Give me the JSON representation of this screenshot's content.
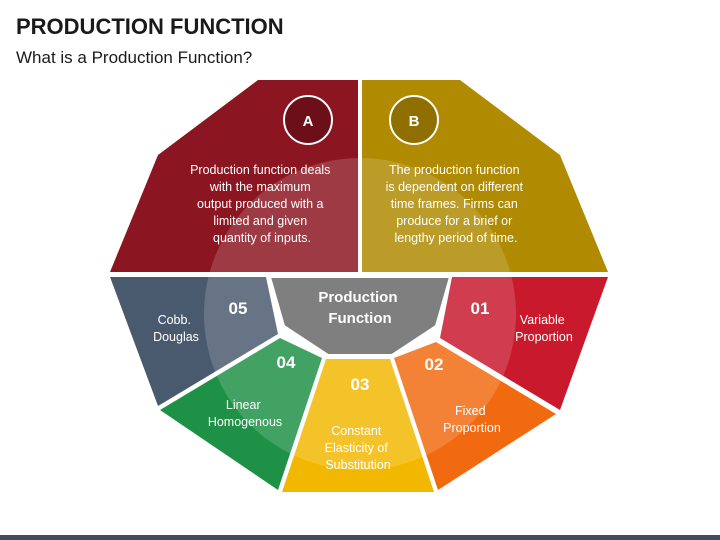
{
  "header": {
    "title": "PRODUCTION FUNCTION",
    "subtitle": "What is a Production Function?"
  },
  "center": {
    "line1": "Production",
    "line2": "Function",
    "color": "#7f7f7f"
  },
  "panels": [
    {
      "letter": "A",
      "color": "#8b1520",
      "circle_color": "#6d0f18",
      "lines": [
        "Production function deals",
        "with the maximum",
        "output produced with a",
        "limited and given",
        "quantity of inputs."
      ]
    },
    {
      "letter": "B",
      "color": "#b08a00",
      "circle_color": "#8f6f00",
      "lines": [
        "The production function",
        "is dependent on different",
        "time frames. Firms can",
        "produce for a brief or",
        "lengthy period of time."
      ]
    }
  ],
  "segments": [
    {
      "number": "01",
      "lines": [
        "Variable",
        "Proportion"
      ],
      "color": "#c8192d"
    },
    {
      "number": "02",
      "lines": [
        "Fixed",
        "Proportion"
      ],
      "color": "#f26a10"
    },
    {
      "number": "03",
      "lines": [
        "Constant",
        "Elasticity of",
        "Substitution"
      ],
      "color": "#f2b800"
    },
    {
      "number": "04",
      "lines": [
        "Linear",
        "Homogenous"
      ],
      "color": "#1e9146"
    },
    {
      "number": "05",
      "lines": [
        "Cobb.",
        "Douglas"
      ],
      "color": "#4a5a6e"
    }
  ]
}
